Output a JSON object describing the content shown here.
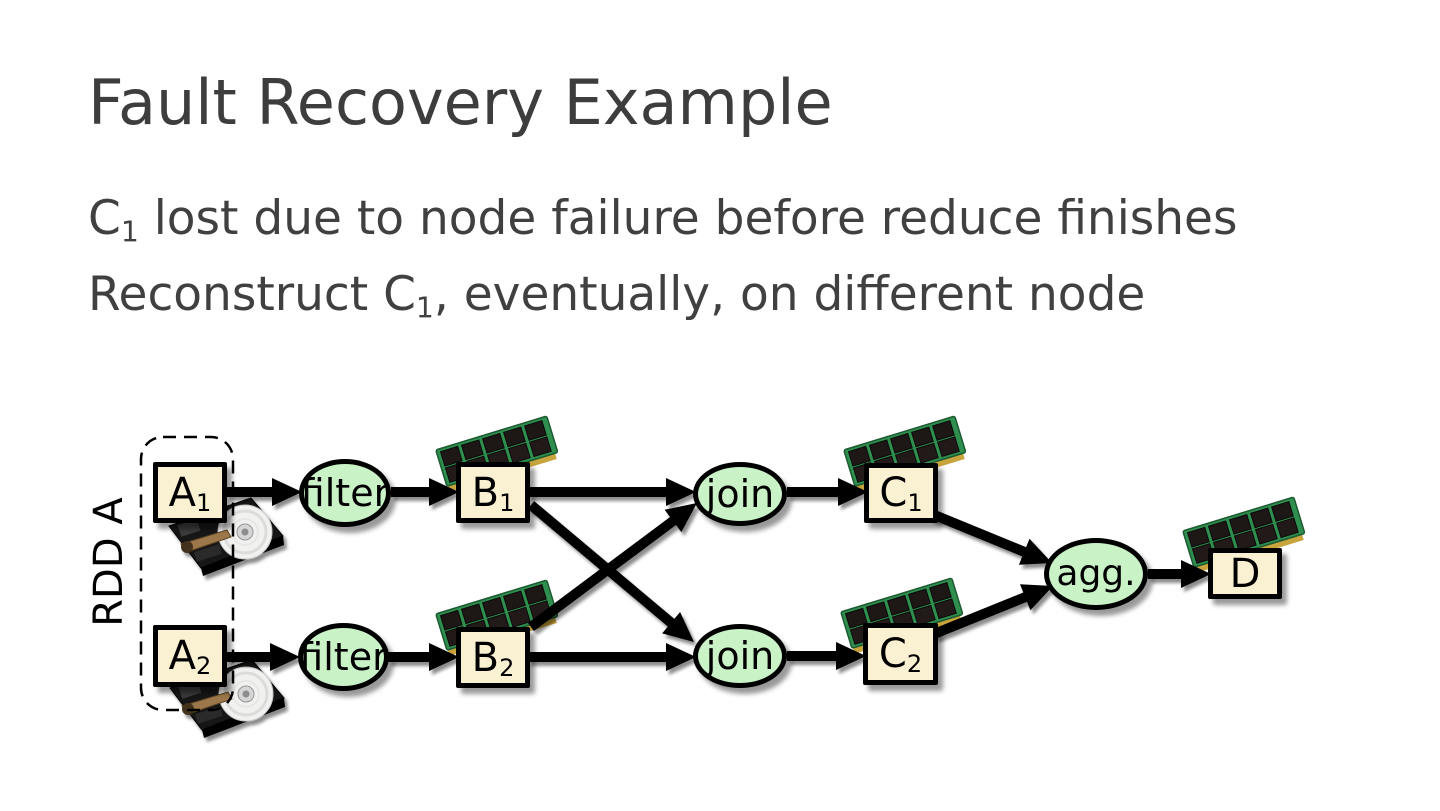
{
  "title": "Fault Recovery Example",
  "body": {
    "line1": {
      "pre": "C",
      "sub": "1",
      "post": " lost due to node failure before reduce finishes"
    },
    "line2": {
      "pre": "Reconstruct C",
      "sub": "1",
      "post": ", eventually, on different node"
    }
  },
  "diagram": {
    "rdd_label": "RDD A",
    "nodes": {
      "a1": {
        "main": "A",
        "sub": "1"
      },
      "a2": {
        "main": "A",
        "sub": "2"
      },
      "b1": {
        "main": "B",
        "sub": "1"
      },
      "b2": {
        "main": "B",
        "sub": "2"
      },
      "c1": {
        "main": "C",
        "sub": "1"
      },
      "c2": {
        "main": "C",
        "sub": "2"
      },
      "d": {
        "main": "D",
        "sub": ""
      }
    },
    "ops": {
      "filter1": "filter",
      "filter2": "filter",
      "join1": "join",
      "join2": "join",
      "agg": "agg."
    },
    "edges": [
      {
        "from": "a1",
        "to": "filter1"
      },
      {
        "from": "a2",
        "to": "filter2"
      },
      {
        "from": "filter1",
        "to": "b1"
      },
      {
        "from": "filter2",
        "to": "b2"
      },
      {
        "from": "b1",
        "to": "join1"
      },
      {
        "from": "b1",
        "to": "join2"
      },
      {
        "from": "b2",
        "to": "join1"
      },
      {
        "from": "b2",
        "to": "join2"
      },
      {
        "from": "join1",
        "to": "c1"
      },
      {
        "from": "join2",
        "to": "c2"
      },
      {
        "from": "c1",
        "to": "agg"
      },
      {
        "from": "c2",
        "to": "agg"
      },
      {
        "from": "agg",
        "to": "d"
      }
    ],
    "disk_icon_on": [
      "a1",
      "a2"
    ],
    "memory_icon_on": [
      "b1",
      "b2",
      "c1",
      "c2",
      "d"
    ]
  },
  "colors": {
    "title_text": "#3d3d3d",
    "body_text": "#404040",
    "partition_fill": "#faf0d2",
    "op_fill": "#c9f2c6",
    "shape_border": "#000000",
    "ram_green": "#2f8f4e",
    "arrow": "#000000"
  }
}
